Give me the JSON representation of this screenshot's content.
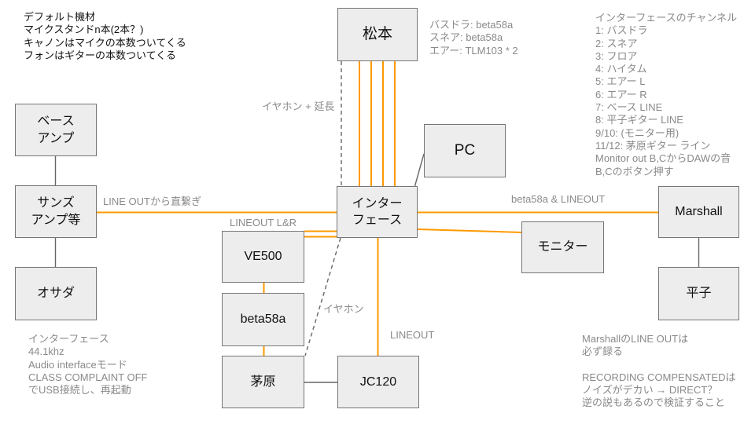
{
  "colors": {
    "accent_orange": "#ff9900",
    "node_fill": "#ededed",
    "node_border": "#757575",
    "connector_gray": "#666666",
    "label_gray": "#8a8a8a",
    "text_black": "#111111"
  },
  "nodes": {
    "matsumoto": {
      "label": "松本"
    },
    "pc": {
      "label": "PC"
    },
    "interface": {
      "label": "インター\nフェース"
    },
    "bass_amp": {
      "label": "ベース\nアンプ"
    },
    "sansamp": {
      "label": "サンズ\nアンプ等"
    },
    "osada": {
      "label": "オサダ"
    },
    "ve500": {
      "label": "VE500"
    },
    "beta58a": {
      "label": "beta58a"
    },
    "chihara": {
      "label": "茅原"
    },
    "jc120": {
      "label": "JC120"
    },
    "monitor": {
      "label": "モニター"
    },
    "marshall": {
      "label": "Marshall"
    },
    "hirako": {
      "label": "平子"
    }
  },
  "edge_labels": {
    "earphone_ext": "イヤホン + 延長",
    "lineout_direct": "LINE OUTから直繋ぎ",
    "lineout_lr": "LINEOUT L&R",
    "beta_and_lineout": "beta58a & LINEOUT",
    "earphone": "イヤホン",
    "lineout": "LINEOUT"
  },
  "edges": [
    {
      "from": "matsumoto",
      "to": "interface",
      "style": "dashed-gray",
      "label": "イヤホン + 延長"
    },
    {
      "from": "matsumoto",
      "to": "interface",
      "style": "orange-x4",
      "label": ""
    },
    {
      "from": "sansamp",
      "to": "interface",
      "style": "orange",
      "label": "LINE OUTから直繋ぎ"
    },
    {
      "from": "ve500",
      "to": "interface",
      "style": "orange-x2",
      "label": "LINEOUT L&R"
    },
    {
      "from": "interface",
      "to": "marshall",
      "style": "orange",
      "label": "beta58a & LINEOUT"
    },
    {
      "from": "interface",
      "to": "monitor",
      "style": "orange",
      "label": ""
    },
    {
      "from": "interface",
      "to": "jc120",
      "style": "orange",
      "label": "LINEOUT"
    },
    {
      "from": "interface",
      "to": "chihara",
      "style": "dashed-gray",
      "label": "イヤホン"
    },
    {
      "from": "interface",
      "to": "pc",
      "style": "gray",
      "label": ""
    },
    {
      "from": "bass_amp",
      "to": "sansamp",
      "style": "gray",
      "label": ""
    },
    {
      "from": "sansamp",
      "to": "osada",
      "style": "gray",
      "label": ""
    },
    {
      "from": "ve500",
      "to": "beta58a",
      "style": "orange",
      "label": ""
    },
    {
      "from": "beta58a",
      "to": "chihara",
      "style": "orange",
      "label": ""
    },
    {
      "from": "chihara",
      "to": "jc120",
      "style": "gray",
      "label": ""
    },
    {
      "from": "marshall",
      "to": "hirako",
      "style": "gray",
      "label": ""
    }
  ],
  "annotations": {
    "default_gear": {
      "lines": [
        "デフォルト機材",
        "マイクスタンドn本(2本？)",
        "キャノンはマイクの本数ついてくる",
        "フォンはギターの本数ついてくる"
      ]
    },
    "mics": {
      "lines": [
        "バスドラ: beta58a",
        "スネア: beta58a",
        "エアー: TLM103 * 2"
      ]
    },
    "channels": {
      "lines": [
        "インターフェースのチャンネル",
        "1: バスドラ",
        "2: スネア",
        "3: フロア",
        "4: ハイタム",
        "5: エアー L",
        "6: エアー R",
        "7: ベース LINE",
        "8: 平子ギター LINE",
        "9/10: (モニター用)",
        "11/12: 茅原ギター ライン",
        "Monitor out B,CからDAWの音",
        "B,Cのボタン押す"
      ]
    },
    "interface_settings": {
      "lines": [
        "インターフェース",
        "44.1khz",
        "Audio interfaceモード",
        "CLASS COMPLAINT OFF",
        "でUSB接続し、再起動"
      ]
    },
    "marshall_notes": {
      "lines": [
        "MarshallのLINE OUTは",
        "必ず録る",
        "",
        "RECORDING COMPENSATEDは",
        "ノイズがデカい → DIRECT？",
        "逆の説もあるので検証すること"
      ]
    }
  }
}
